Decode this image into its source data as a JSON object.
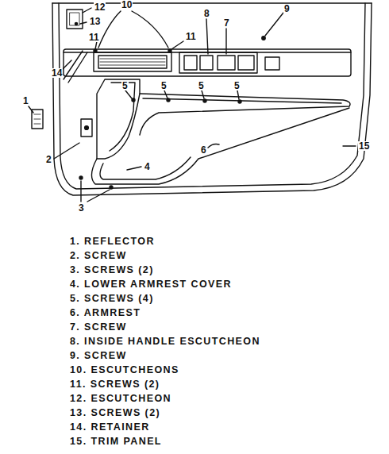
{
  "diagram": {
    "labels": [
      "12",
      "10",
      "13",
      "8",
      "7",
      "9",
      "11",
      "11",
      "14",
      "1",
      "5",
      "5",
      "5",
      "5",
      "2",
      "6",
      "15",
      "4",
      "3",
      "1. REFLECTOR",
      "2. SCREW",
      "3. SCREWS (2)",
      "4. LOWER ARMREST COVER",
      "5. SCREWS (4)",
      "6. ARMREST",
      "7. SCREW",
      "8. INSIDE HANDLE ESCUTCHEON",
      "9. SCREW",
      "10. ESCUTCHEONS",
      "11. SCREWS (2)",
      "12. ESCUTCHEON",
      "13. SCREWS (2)",
      "14. RETAINER",
      "15. TRIM PANEL"
    ]
  }
}
